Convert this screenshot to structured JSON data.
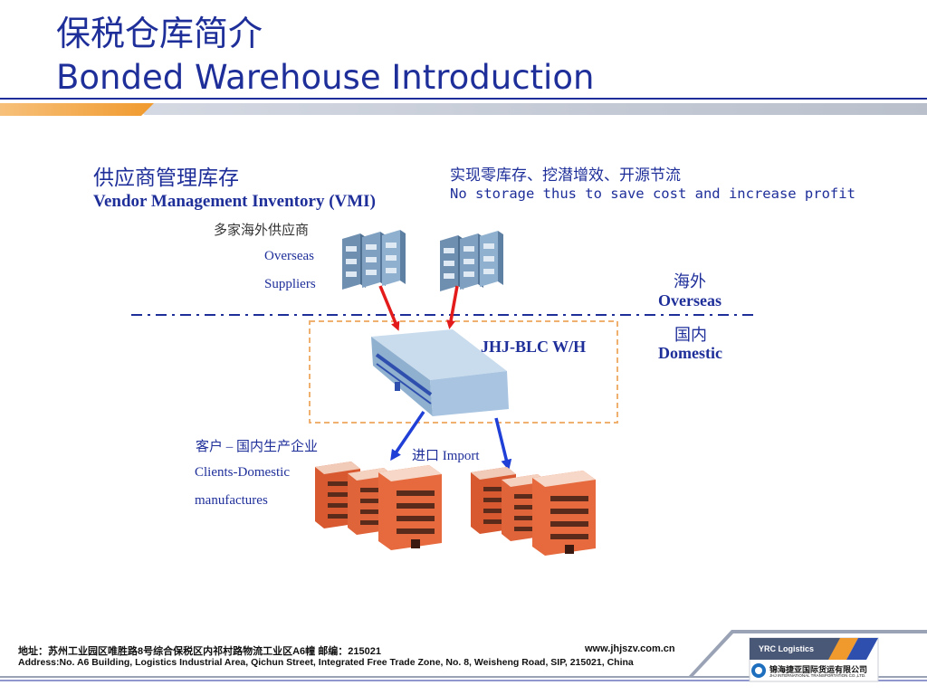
{
  "header": {
    "title_cn": "保税仓库简介",
    "title_en": "Bonded Warehouse Introduction"
  },
  "vmi": {
    "title_cn": "供应商管理库存",
    "title_en": "Vendor Management Inventory (VMI)"
  },
  "goal": {
    "cn": "实现零库存、挖潜增效、开源节流",
    "en": "No storage thus to save cost and increase profit"
  },
  "suppliers": {
    "cn": "多家海外供应商",
    "en_line1": "Overseas",
    "en_line2": "Suppliers"
  },
  "zones": {
    "overseas_cn": "海外",
    "overseas_en": "Overseas",
    "domestic_cn": "国内",
    "domestic_en": "Domestic"
  },
  "warehouse": {
    "label": "JHJ-BLC W/H"
  },
  "clients": {
    "cn": "客户 – 国内生产企业",
    "en_line1": "Clients-Domestic",
    "en_line2": "manufactures"
  },
  "import_label": "进口 Import",
  "footer": {
    "address_cn": "地址：苏州工业园区唯胜路8号综合保税区内祁村路物流工业区A6幢   邮编：215021",
    "website": "www.jhjszv.com.cn",
    "address_en": "Address:No. A6 Building, Logistics Industrial Area, Qichun Street, Integrated Free Trade Zone, No. 8, Weisheng Road, SIP, 215021, China",
    "logo_top": "YRC Logistics",
    "logo_cn": "锦海捷亚国际货运有限公司",
    "logo_en": "JHJ INTERNATIONAL TRANSPORTATION CO.,LTD."
  },
  "colors": {
    "title": "#1f2f9a",
    "orange_accent": "#f2a13a",
    "supplier_arrow": "#e31b1b",
    "import_arrow": "#1f3fd6",
    "warehouse": "#a8c4e0",
    "factory": "#e0643a"
  }
}
